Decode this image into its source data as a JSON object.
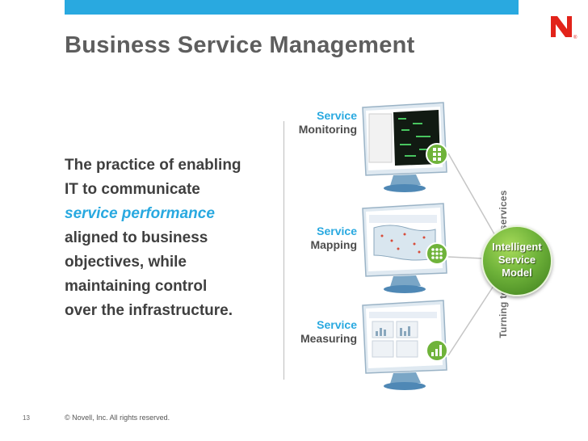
{
  "slide": {
    "title": "Business Service Management",
    "body_lines": [
      "The practice of enabling",
      "IT to communicate",
      "service performance",
      "aligned to business",
      "objectives, while",
      "maintaining control",
      "over the infrastructure."
    ],
    "body_accent_line_index": 2,
    "services": [
      {
        "line1": "Service",
        "line2": "Monitoring"
      },
      {
        "line1": "Service",
        "line2": "Mapping"
      },
      {
        "line1": "Service",
        "line2": "Measuring"
      }
    ],
    "vertical_label": "Turning technology to services",
    "model_lines": [
      "Intelligent",
      "Service",
      "Model"
    ],
    "footer_page": "13",
    "footer_copyright": "© Novell, Inc.  All rights reserved.",
    "logo_letter": "N",
    "logo_mark": "®"
  },
  "colors": {
    "accent_blue": "#29a9e0",
    "brand_red": "#e2231a",
    "model_green": "#6fb33a",
    "title_gray": "#5e5e5e"
  },
  "icons": [
    "monitor-icon",
    "grid-icon",
    "bar-chart-icon",
    "novell-logo"
  ]
}
